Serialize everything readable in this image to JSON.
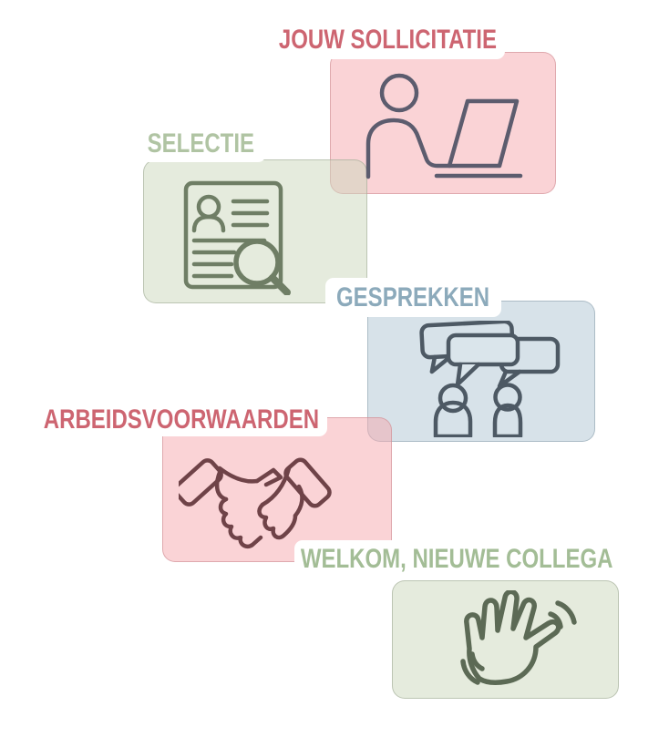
{
  "page": {
    "background": "#FFFFFF",
    "type": "recruitment-process-infographic"
  },
  "steps": [
    {
      "label": "JOUW SOLLICITATIE",
      "label_color": "#CD6571",
      "card_color": "#FAD4D6",
      "icon": "person-laptop-icon",
      "icon_color": "#5C5C6E"
    },
    {
      "label": "SELECTIE",
      "label_color": "#B0C4A3",
      "card_color": "#E5EBDD",
      "icon": "cv-magnifier-icon",
      "icon_color": "#6F7E65"
    },
    {
      "label": "GESPREKKEN",
      "label_color": "#8CAABB",
      "card_color": "#D9E4EA",
      "icon": "chat-people-icon",
      "icon_color": "#4D5964"
    },
    {
      "label": "ARBEIDSVOORWAARDEN",
      "label_color": "#CD6571",
      "card_color": "#FAD4D6",
      "icon": "handshake-icon",
      "icon_color": "#6F4348"
    },
    {
      "label": "WELKOM, NIEUWE COLLEGA",
      "label_color": "#A3BD96",
      "card_color": "#E5EBDD",
      "icon": "waving-hand-icon",
      "icon_color": "#5C6A55"
    }
  ]
}
